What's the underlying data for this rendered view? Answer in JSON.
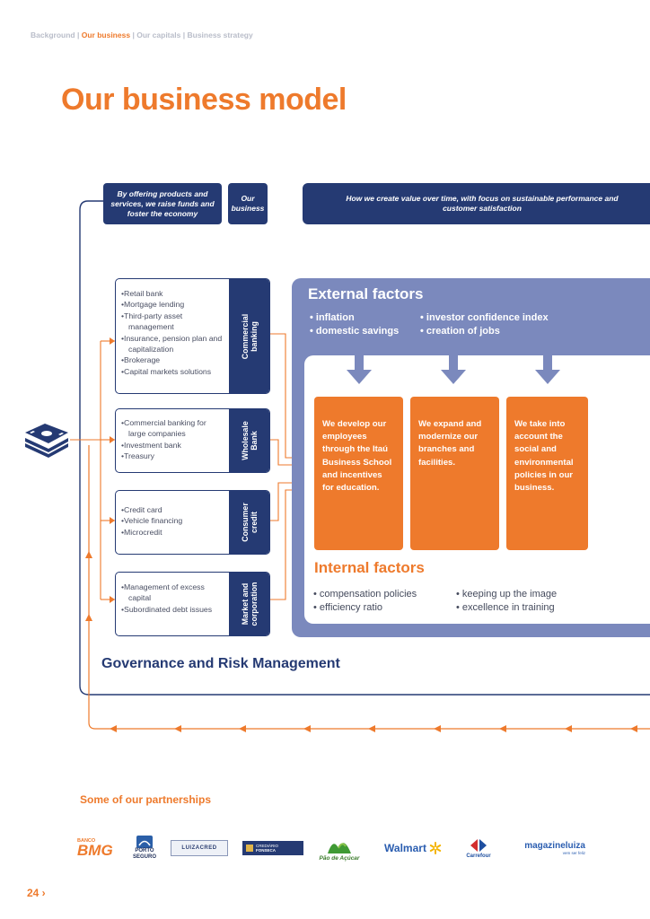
{
  "breadcrumb": {
    "item1": "Background",
    "item2": "Our business",
    "item3": "Our capitals",
    "item4": "Business strategy",
    "sep": "|"
  },
  "title": "Our business model",
  "header": {
    "offering": "By offering products and services, we raise funds and foster the economy",
    "our_business": "Our business",
    "value": "How we create value over time, with focus on sustainable performance and customer satisfaction"
  },
  "segments": [
    {
      "label": "Commercial banking",
      "items": [
        "Retail bank",
        "Mortgage lending",
        "Third-party asset management",
        "Insurance, pension plan and capitalization",
        "Brokerage",
        "Capital markets solutions"
      ]
    },
    {
      "label": "Wholesale Bank",
      "items": [
        "Commercial banking for large companies",
        "Investment bank",
        "Treasury"
      ]
    },
    {
      "label": "Consumer credit",
      "items": [
        "Credit card",
        "Vehicle financing",
        "Microcredit"
      ]
    },
    {
      "label": "Market and corporation",
      "items": [
        "Management of excess capital",
        "Subordinated debt issues"
      ]
    }
  ],
  "external": {
    "title": "External factors",
    "items": [
      "• inflation",
      "• domestic savings",
      "• investor confidence index",
      "• creation of jobs"
    ]
  },
  "initiatives": [
    "We develop our employees through the Itaú Business School and incentives for education.",
    "We expand and modernize our branches and facilities.",
    "We take into account the social and environmental policies in our business."
  ],
  "internal": {
    "title": "Internal factors",
    "items": [
      "• compensation policies",
      "• efficiency ratio",
      "• keeping up the image",
      "• excellence in training"
    ]
  },
  "governance": "Governance and Risk Management",
  "partners": {
    "title": "Some of our partnerships",
    "logos": {
      "bmg_small": "BANCO",
      "bmg": "BMG",
      "porto1": "PORTO",
      "porto2": "SEGURO",
      "luizacred": "LUIZACRED",
      "fonseca1": "CREDIÁRIO",
      "fonseca2": "FONSECA",
      "pao": "Pão de Açúcar",
      "walmart": "Walmart",
      "carrefour": "Carrefour",
      "magazine": "magazineluiza",
      "magazine_sub": "vem ser feliz"
    }
  },
  "page_number": "24 ›",
  "colors": {
    "orange": "#ee7a2c",
    "navy": "#253a73",
    "periwinkle": "#7b89bd"
  }
}
